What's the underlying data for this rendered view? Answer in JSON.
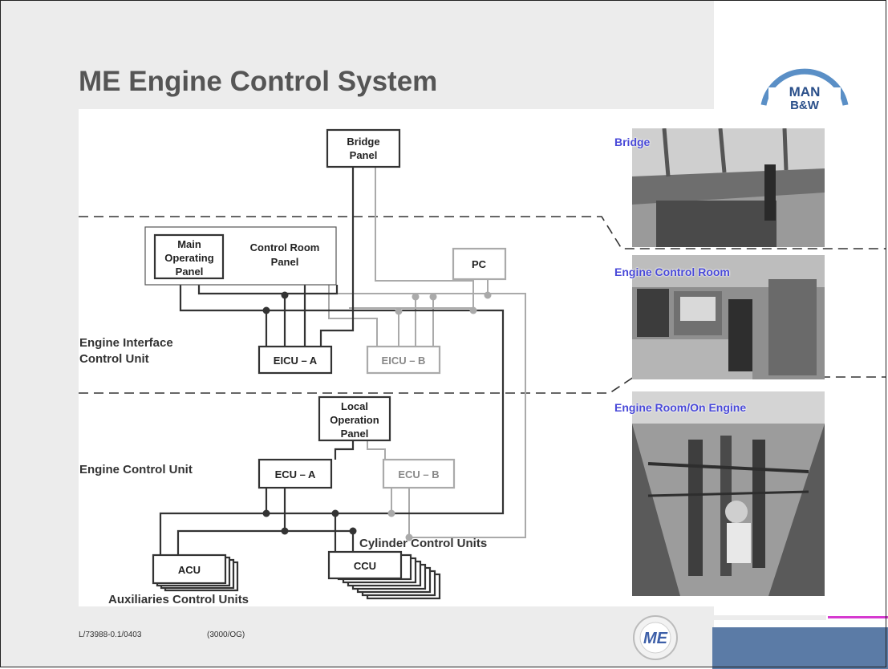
{
  "slide": {
    "title": "ME Engine Control System",
    "logo_text_top": "MAN",
    "logo_text_bottom": "B&W",
    "footer_code": "L/73988-0.1/0403",
    "footer_ref": "(3000/OG)",
    "badge_text": "ME"
  },
  "diagram": {
    "bridge_panel": [
      "Bridge",
      "Panel"
    ],
    "main_operating_panel": [
      "Main",
      "Operating",
      "Panel"
    ],
    "control_room_panel": [
      "Control Room",
      "Panel"
    ],
    "pc": "PC",
    "eicu_a": "EICU – A",
    "eicu_b": "EICU – B",
    "engine_interface_label": [
      "Engine Interface",
      "Control Unit"
    ],
    "local_operation_panel": [
      "Local",
      "Operation",
      "Panel"
    ],
    "engine_control_label": "Engine Control Unit",
    "ecu_a": "ECU – A",
    "ecu_b": "ECU – B",
    "acu": "ACU",
    "ccu": "CCU",
    "cylinder_label": "Cylinder Control Units",
    "auxiliaries_label": "Auxiliaries Control Units"
  },
  "photos": {
    "bridge": "Bridge",
    "engine_control_room": "Engine Control Room",
    "engine_room": "Engine Room/On Engine"
  },
  "colors": {
    "accent_blue": "#5b7ba6",
    "accent_magenta": "#d63ad0",
    "photo_label": "#4949d8",
    "backup_gray": "#aaaaaa"
  }
}
